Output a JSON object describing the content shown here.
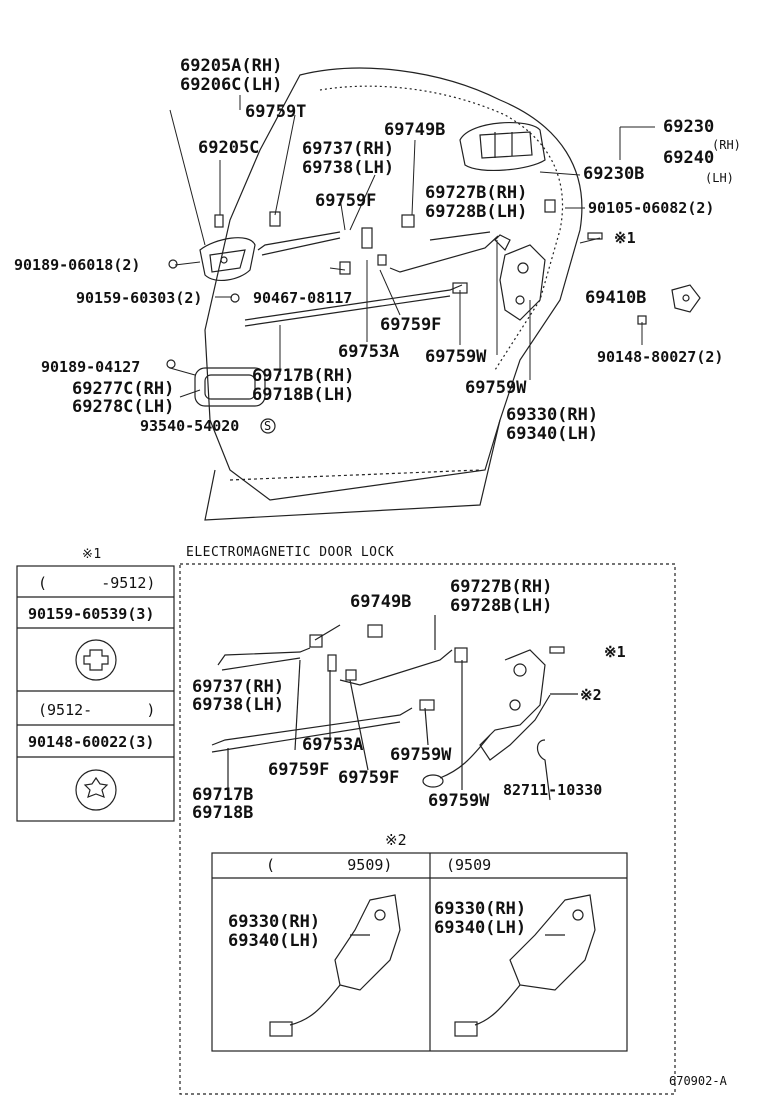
{
  "top": {
    "part_69205A": "69205A(RH)",
    "part_69206C": "69206C(LH)",
    "part_69759T": "69759T",
    "part_69205C": "69205C",
    "part_69737": "69737(RH)",
    "part_69738": "69738(LH)",
    "part_69749B": "69749B",
    "part_69230": "69230",
    "part_69240": "69240",
    "rh_small": "(RH)",
    "lh_small": "(LH)",
    "part_69230B": "69230B",
    "part_69727B": "69727B(RH)",
    "part_69728B": "69728B(LH)",
    "part_69759F_a": "69759F",
    "part_90105": "90105-06082(2)",
    "star1_ref": "※1",
    "part_90189_06018": "90189-06018(2)",
    "part_90467": "90467-08117",
    "part_90159_60303": "90159-60303(2)",
    "part_69410B": "69410B",
    "part_69759F_b": "69759F",
    "part_90148_80027": "90148-80027(2)",
    "part_69753A": "69753A",
    "part_69759W_a": "69759W",
    "part_90189_04127": "90189-04127",
    "part_69717B": "69717B(RH)",
    "part_69718B": "69718B(LH)",
    "part_69277C": "69277C(RH)",
    "part_69278C": "69278C(LH)",
    "part_69759W_b": "69759W",
    "part_93540": "93540-54020",
    "circled_s": "S",
    "part_69330": "69330(RH)",
    "part_69340": "69340(LH)"
  },
  "side": {
    "title": "※1",
    "row1": "(      -9512)",
    "row2": "90159-60539(3)",
    "row3": "(9512-      )",
    "row4": "90148-60022(3)"
  },
  "emdl": {
    "title": "ELECTROMAGNETIC DOOR LOCK",
    "part_69727B": "69727B(RH)",
    "part_69728B": "69728B(LH)",
    "part_69749B": "69749B",
    "star1": "※1",
    "part_69737": "69737(RH)",
    "part_69738": "69738(LH)",
    "star2": "※2",
    "part_69753A": "69753A",
    "part_69759W_a": "69759W",
    "part_69759F_a": "69759F",
    "part_69759F_b": "69759F",
    "part_69717B": "69717B",
    "part_69718B": "69718B",
    "part_82711": "82711-10330",
    "part_69759W_b": "69759W"
  },
  "star2": {
    "title": "※2",
    "col1_header": "(        9509)",
    "col2_header": "(9509        ",
    "c1_rh": "69330(RH)",
    "c1_lh": "69340(LH)",
    "c2_rh": "69330(RH)",
    "c2_lh": "69340(LH)"
  },
  "code": "670902-A"
}
